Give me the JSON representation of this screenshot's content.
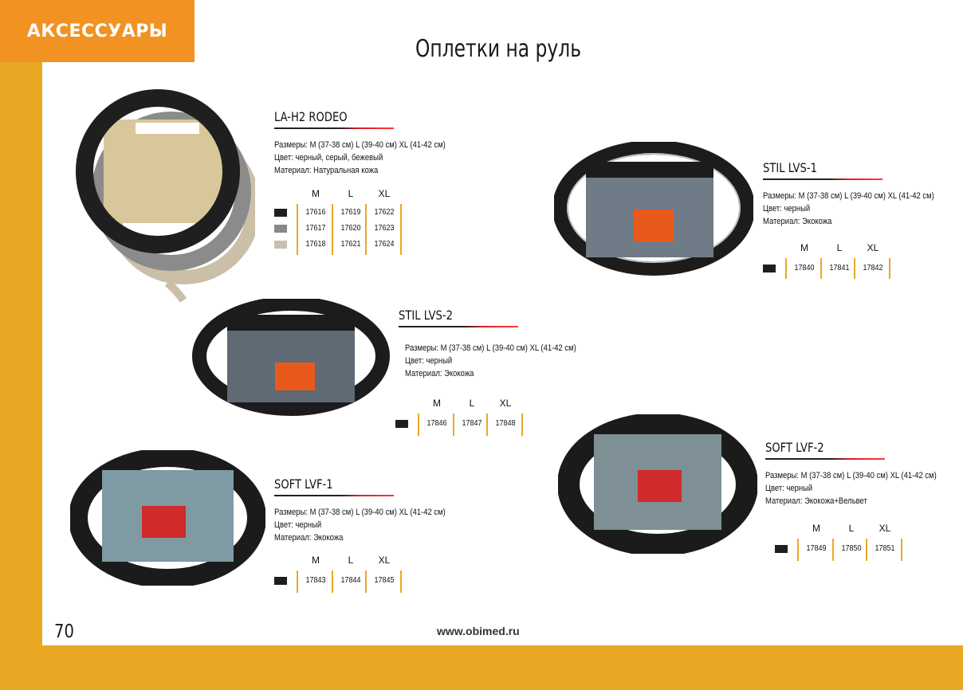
{
  "header": {
    "section_badge": "АКСЕССУАРЫ",
    "title": "Оплетки на руль"
  },
  "footer": {
    "page_number": "70",
    "website": "www.obimed.ru"
  },
  "size_headers": [
    "M",
    "L",
    "XL"
  ],
  "colors": {
    "accent_orange": "#f29222",
    "border_gold": "#e8a824",
    "black": "#1e1e1e",
    "grey": "#888888",
    "beige": "#c7bfb1"
  },
  "products": [
    {
      "name": "LA-H2 RODEO",
      "sizes": "Размеры: M (37-38 см) L (39-40 см) XL (41-42 см)",
      "color": "Цвет: черный, серый, бежевый",
      "material": "Материал: Натуральная кожа",
      "rows": [
        {
          "swatch": "#1e1e1e",
          "codes": [
            "17616",
            "17619",
            "17622"
          ]
        },
        {
          "swatch": "#888888",
          "codes": [
            "17617",
            "17620",
            "17623"
          ]
        },
        {
          "swatch": "#c7bfb1",
          "codes": [
            "17618",
            "17621",
            "17624"
          ]
        }
      ]
    },
    {
      "name": "STIL LVS-1",
      "sizes": "Размеры: M (37-38 см) L (39-40 см) XL (41-42 см)",
      "color": "Цвет: черный",
      "material": "Материал: Экокожа",
      "rows": [
        {
          "swatch": "#1e1e1e",
          "codes": [
            "17840",
            "17841",
            "17842"
          ]
        }
      ]
    },
    {
      "name": "STIL LVS-2",
      "sizes": "Размеры: M (37-38 см) L (39-40 см) XL (41-42 см)",
      "color": "Цвет: черный",
      "material": "Материал: Экокожа",
      "rows": [
        {
          "swatch": "#1e1e1e",
          "codes": [
            "17846",
            "17847",
            "17848"
          ]
        }
      ]
    },
    {
      "name": "SOFT LVF-2",
      "sizes": "Размеры: M (37-38 см) L (39-40 см) XL (41-42 см)",
      "color": "Цвет: черный",
      "material": "Материал: Экокожа+Вельвет",
      "rows": [
        {
          "swatch": "#1e1e1e",
          "codes": [
            "17849",
            "17850",
            "17851"
          ]
        }
      ]
    },
    {
      "name": "SOFT LVF-1",
      "sizes": "Размеры: M (37-38 см) L (39-40 см) XL (41-42 см)",
      "color": "Цвет: черный",
      "material": "Материал: Экокожа",
      "rows": [
        {
          "swatch": "#1e1e1e",
          "codes": [
            "17843",
            "17844",
            "17845"
          ]
        }
      ]
    }
  ]
}
